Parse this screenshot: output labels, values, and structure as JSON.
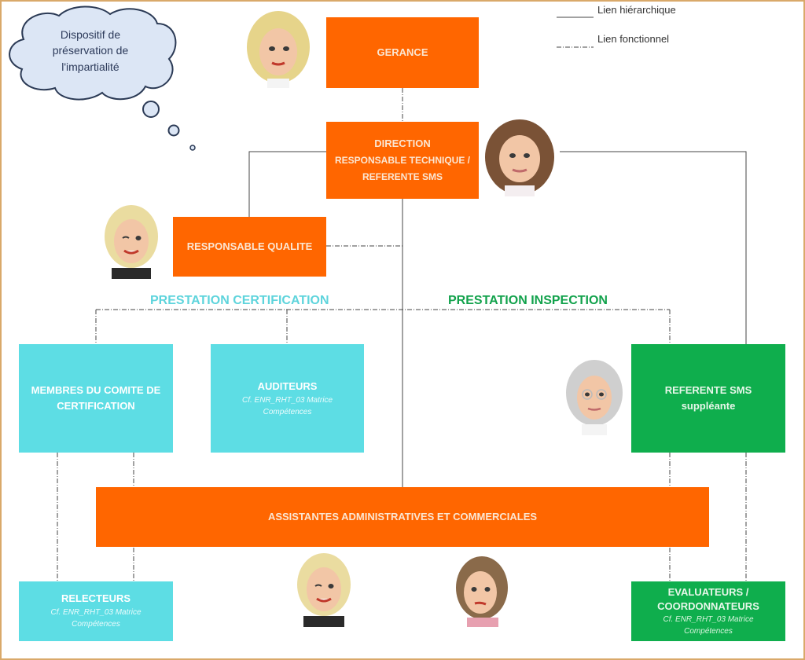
{
  "legend": {
    "hierarchical": "Lien hiérarchique",
    "functional": "Lien fonctionnel"
  },
  "thought_bubble": {
    "lines": [
      "Dispositif de",
      "préservation de",
      "l'impartialité"
    ]
  },
  "sections": {
    "certification": "PRESTATION CERTIFICATION",
    "inspection": "PRESTATION INSPECTION"
  },
  "colors": {
    "orange": "#ff6600",
    "cyan": "#5ddde4",
    "green": "#0fae4d",
    "certification_title": "#5ed4dc",
    "inspection_title": "#12a24c"
  },
  "nodes": {
    "gerance": {
      "title": "GERANCE"
    },
    "direction": {
      "title": "DIRECTION",
      "lines": [
        "RESPONSABLE TECHNIQUE /",
        "REFERENTE SMS"
      ]
    },
    "qualite": {
      "title": "RESPONSABLE QUALITE"
    },
    "comite": {
      "lines": [
        "MEMBRES DU COMITE DE",
        "CERTIFICATION"
      ]
    },
    "auditeurs": {
      "title": "AUDITEURS",
      "ref": [
        "Cf. ENR_RHT_03 Matrice",
        "Compétences"
      ]
    },
    "referente_suppleante": {
      "title": "REFERENTE SMS",
      "subtitle": "suppléante"
    },
    "assistantes": {
      "title": "ASSISTANTES ADMINISTRATIVES ET COMMERCIALES"
    },
    "relecteurs": {
      "title": "RELECTEURS",
      "ref": [
        "Cf. ENR_RHT_03 Matrice",
        "Compétences"
      ]
    },
    "evaluateurs": {
      "lines": [
        "EVALUATEURS /",
        "COORDONNATEURS"
      ],
      "ref": [
        "Cf. ENR_RHT_03 Matrice",
        "Compétences"
      ]
    }
  },
  "avatars": [
    {
      "name": "gerance-avatar",
      "hair": "#e6d48a"
    },
    {
      "name": "direction-avatar",
      "hair": "#7a5236"
    },
    {
      "name": "qualite-avatar",
      "hair": "#eadca0"
    },
    {
      "name": "suppleante-avatar",
      "hair": "#cfcfcf"
    },
    {
      "name": "assistante-1-avatar",
      "hair": "#eadca0"
    },
    {
      "name": "assistante-2-avatar",
      "hair": "#8a6a4a"
    }
  ]
}
